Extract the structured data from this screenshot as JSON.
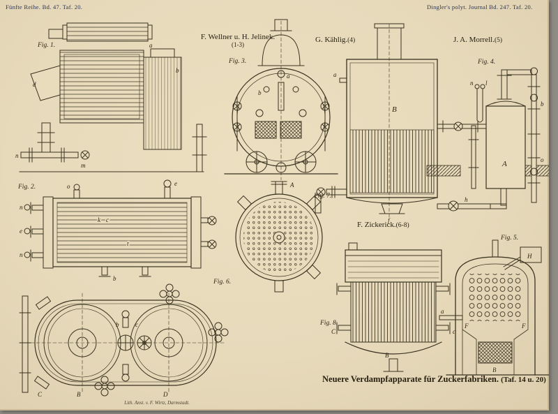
{
  "page": {
    "header_left": "Fünfte Reihe. Bd. 47. Taf. 20.",
    "header_right": "Dingler's polyt. Journal Bd. 247. Taf. 20.",
    "caption": "Neuere Verdampfapparate für Zuckerfabriken.",
    "caption_ref": "(Taf. 14 u. 20)",
    "imprint": "Lith. Anst. v. F. Wirtz, Darmstadt."
  },
  "attributions": [
    {
      "name": "F. Wellner u. H. Jelinek.",
      "figs": "(1-3)"
    },
    {
      "name": "G. Kählig.",
      "figs": "(4)"
    },
    {
      "name": "J. A. Morrell.",
      "figs": "(5)"
    },
    {
      "name": "F. Zickerick.",
      "figs": "(6-8)"
    }
  ],
  "figures": [
    {
      "label": "Fig. 1."
    },
    {
      "label": "Fig. 2."
    },
    {
      "label": "Fig. 3."
    },
    {
      "label": "Fig. 4."
    },
    {
      "label": "Fig. 5."
    },
    {
      "label": "Fig. 6."
    },
    {
      "label": "Fig. 7."
    },
    {
      "label": "Fig. 8."
    }
  ],
  "parts": {
    "fig1": {
      "a": "a",
      "b": "b",
      "d": "d",
      "n": "n",
      "m": "m"
    },
    "fig2": {
      "n": "n",
      "e": "e",
      "o": "o",
      "k": "k",
      "c": "c",
      "t": "t",
      "b": "b"
    },
    "fig3": {
      "a": "a",
      "b": "b"
    },
    "fig4": {
      "A": "A",
      "B": "B",
      "f": "f",
      "h": "h",
      "a": "a",
      "n": "n",
      "l": "l",
      "b": "b",
      "o": "o"
    },
    "fig5": {
      "H": "H",
      "F": "F",
      "B": "B",
      "a": "a"
    },
    "fig6": {
      "b": "b",
      "c": "c",
      "B": "B",
      "C": "C",
      "D": "D"
    },
    "fig7": {
      "A": "A"
    },
    "fig8": {
      "C": "C",
      "c": "c",
      "B": "B"
    }
  },
  "colors": {
    "paper": "#e8dcbd",
    "ink": "#3a3220",
    "header-ink": "#2c3350"
  }
}
